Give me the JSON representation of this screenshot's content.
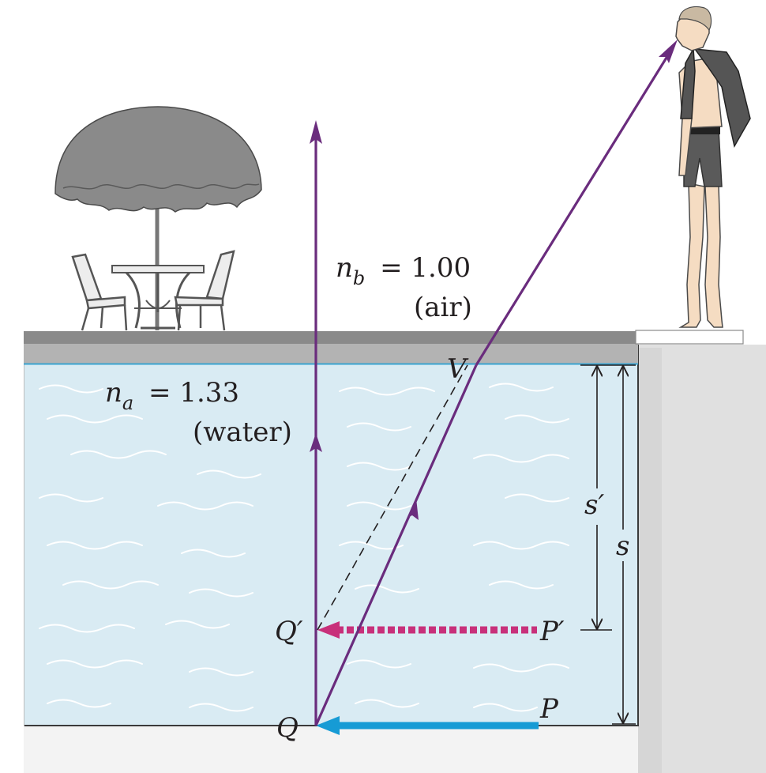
{
  "labels": {
    "n_b_symbol": "n",
    "n_b_sub": "b",
    "n_b_eq": "= 1.00",
    "air": "(air)",
    "n_a_symbol": "n",
    "n_a_sub": "a",
    "n_a_eq": "= 1.33",
    "water": "(water)",
    "V": "V",
    "Q_prime": "Q′",
    "P_prime": "P′",
    "Q": "Q",
    "P": "P",
    "s_prime": "s′",
    "s": "s"
  },
  "colors": {
    "water": "#d9ebf3",
    "water_surface": "#3ba3cf",
    "deck_top": "#8a8a8a",
    "deck_side": "#b3b3b3",
    "ray": "#6a2c7d",
    "object_arrow": "#169bd5",
    "image_arrow": "#c8307a",
    "umbrella": "#8a8a8a",
    "furniture": "#666666",
    "skin": "#f5dcc2",
    "clothing": "#5a5a5a",
    "wall_shadow": "#e3e3e3"
  },
  "icons": {
    "umbrella": "patio-umbrella-icon",
    "table": "patio-table-icon",
    "chair": "patio-chair-icon",
    "person": "standing-person-icon"
  }
}
